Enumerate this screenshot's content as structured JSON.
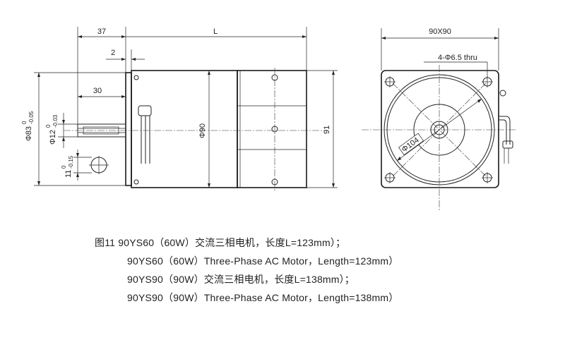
{
  "dimensions": {
    "dim_37": "37",
    "dim_L": "L",
    "dim_2": "2",
    "dim_30": "30",
    "dim_phi83": "Φ83",
    "dim_phi83_tol_upper": "0",
    "dim_phi83_tol_lower": "-0.05",
    "dim_phi12": "Φ12",
    "dim_phi12_tol_upper": "0",
    "dim_phi12_tol_lower": "-0.03",
    "dim_11": "11",
    "dim_11_tol_upper": "0",
    "dim_11_tol_lower": "-0.15",
    "dim_phi90": "Φ90",
    "dim_91": "91",
    "dim_90x90": "90X90",
    "dim_holes": "4-Φ6.5 thru",
    "dim_phi104": "Φ104"
  },
  "caption": {
    "line1": "图11  90YS60（60W）交流三相电机，长度L=123mm）；",
    "line2": "90YS60（60W）Three-Phase AC Motor，Length=123mm）",
    "line3": "90YS90（90W）交流三相电机，长度L=138mm）；",
    "line4": "90YS90（90W）Three-Phase AC Motor，Length=138mm）"
  }
}
